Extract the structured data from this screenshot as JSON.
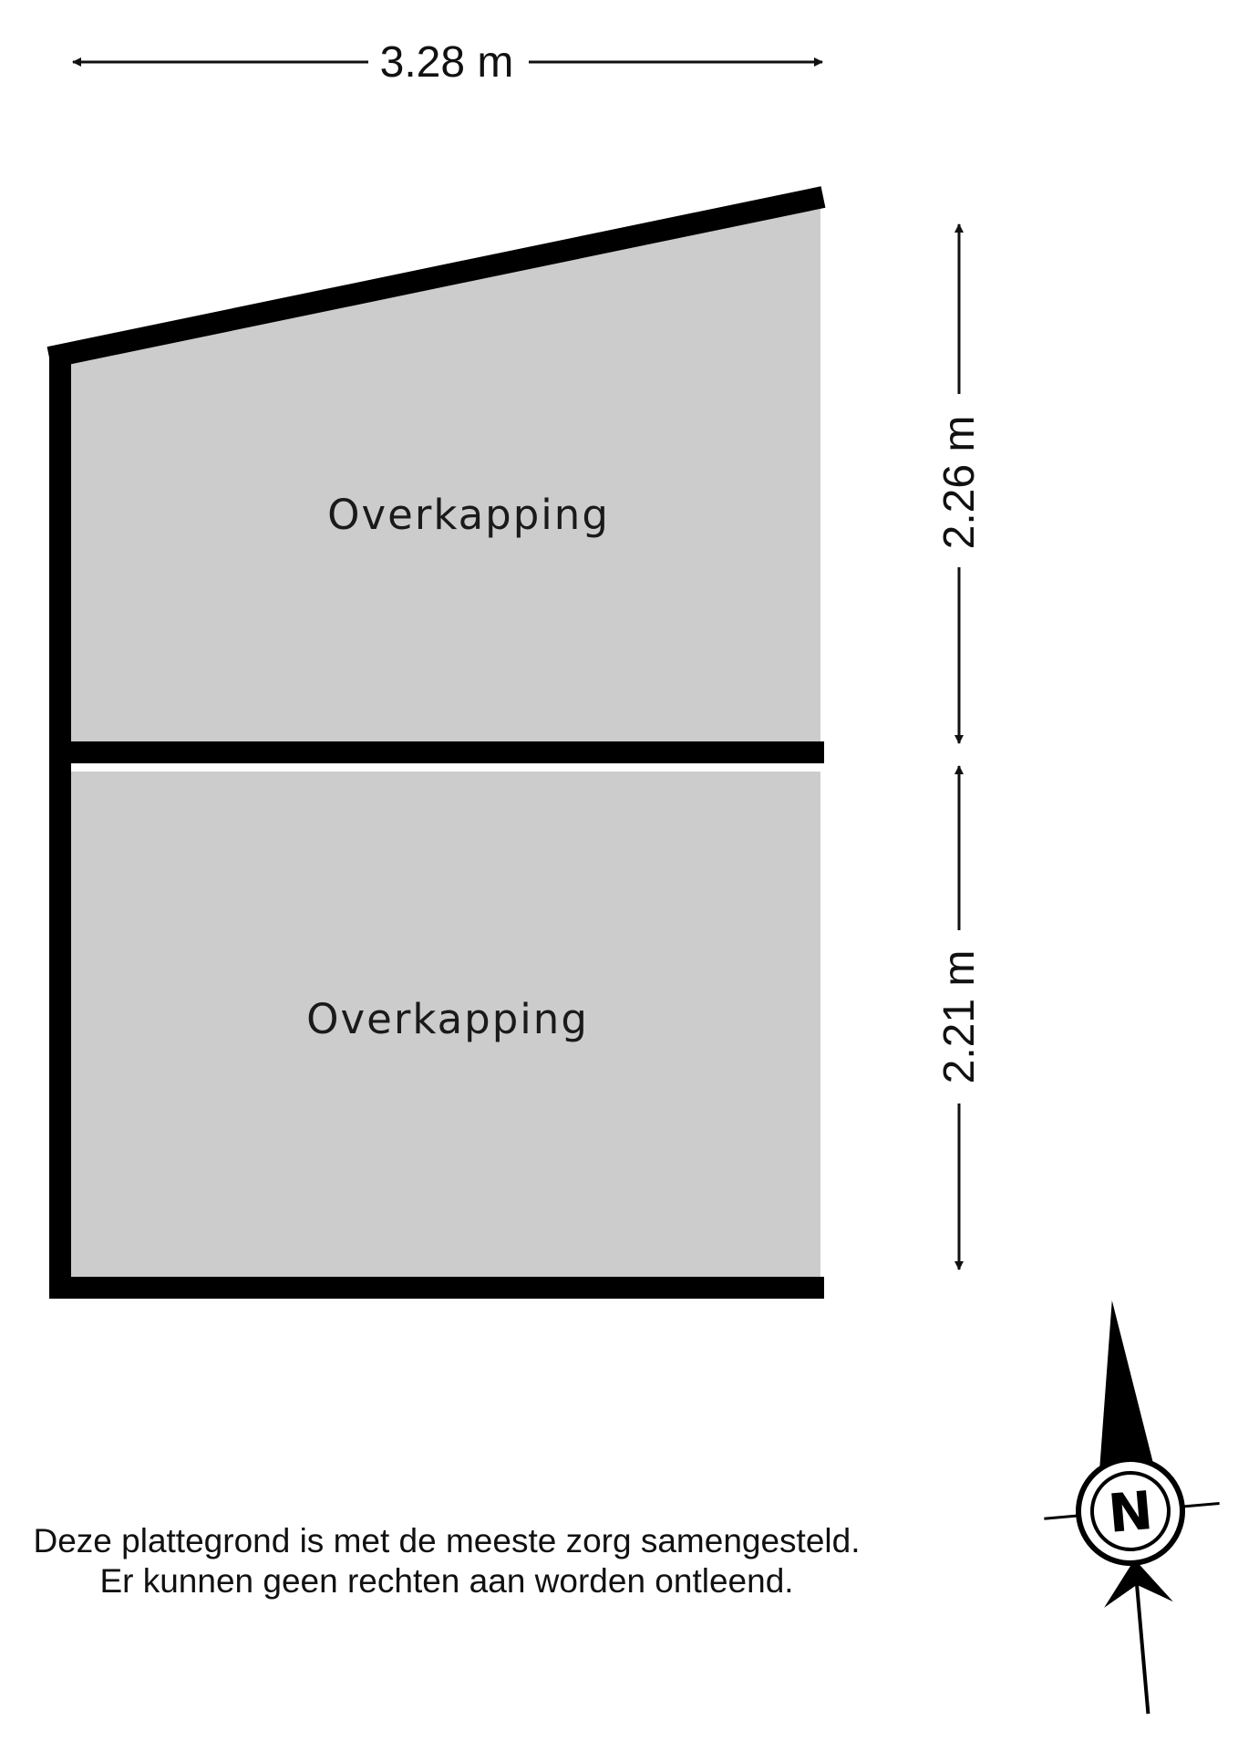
{
  "dimensions": {
    "width_top": "3.28 m",
    "height_upper": "2.26 m",
    "height_lower": "2.21 m"
  },
  "rooms": [
    {
      "label": "Overkapping"
    },
    {
      "label": "Overkapping"
    }
  ],
  "disclaimer": {
    "line1": "Deze plattegrond is met de meeste zorg samengesteld.",
    "line2": "Er kunnen geen rechten aan worden ontleend."
  },
  "compass": {
    "letter": "N"
  },
  "colors": {
    "fill": "#cccccc",
    "wall": "#000000",
    "ink": "#111111"
  }
}
